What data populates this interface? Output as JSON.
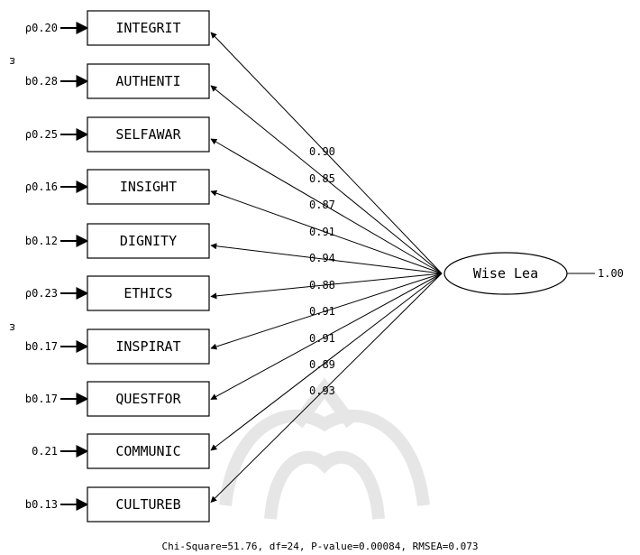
{
  "indicators": [
    {
      "label": "INTEGRIT",
      "error": "0.20",
      "loading": "0.90",
      "error_prefix": "ρ"
    },
    {
      "label": "AUTHENTI",
      "error": "0.28",
      "loading": "0.85",
      "error_prefix": "b"
    },
    {
      "label": "SELFAWAR",
      "error": "0.25",
      "loading": "0.87",
      "error_prefix": "ρ"
    },
    {
      "label": "INSIGHT",
      "error": "0.16",
      "loading": "0.91",
      "error_prefix": "ρ"
    },
    {
      "label": "DIGNITY",
      "error": "0.12",
      "loading": "0.94",
      "error_prefix": "b"
    },
    {
      "label": "ETHICS",
      "error": "0.23",
      "loading": "0.88",
      "error_prefix": "ρ"
    },
    {
      "label": "INSPIRAT",
      "error": "0.17",
      "loading": "0.91",
      "error_prefix": "b"
    },
    {
      "label": "QUESTFOR",
      "error": "0.17",
      "loading": "0.91",
      "error_prefix": "b"
    },
    {
      "label": "COMMUNIC",
      "error": "0.21",
      "loading": "0.89",
      "error_prefix": ""
    },
    {
      "label": "CULTUREB",
      "error": "0.13",
      "loading": "0.93",
      "error_prefix": "b"
    }
  ],
  "latent": {
    "label": "Wise Lea",
    "variance": "1.00"
  },
  "fit_statistics": "Chi-Square=51.76, df=24, P-value=0.00084, RMSEA=0.073",
  "edge_marks": [
    "ᴈ",
    "ᴈ"
  ],
  "colors": {
    "ink": "#000000",
    "background": "#ffffff",
    "watermark": "#e6e6e6"
  }
}
